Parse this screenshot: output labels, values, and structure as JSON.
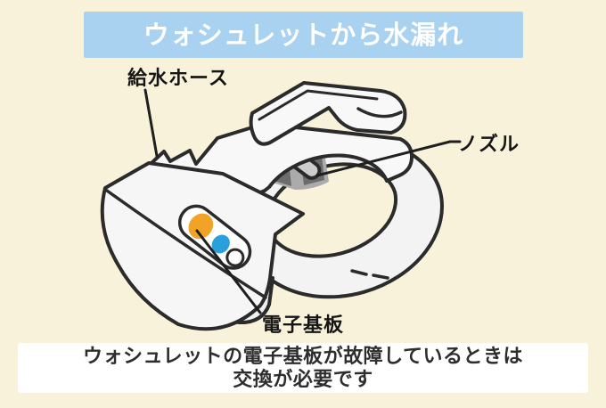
{
  "page": {
    "background_color": "#F8F2DA"
  },
  "banner": {
    "text": "ウォシュレットから水漏れ",
    "bg_color": "#A9D2F0",
    "text_color": "#FFFFFF"
  },
  "labels": {
    "hose": "給水ホース",
    "nozzle": "ノズル",
    "board": "電子基板"
  },
  "caption": {
    "line1": "ウォシュレットの電子基板が故障しているときは",
    "line2": "交換が必要です",
    "bg_color": "#FFFFFF",
    "text_color": "#2E2E2E"
  },
  "illustration": {
    "subject": "washlet-toilet-seat-diagram",
    "outline_color": "#2B2B2B",
    "body_color": "#F5F5F5",
    "recess_dark_color": "#6C6C6C",
    "recess_base_color": "#ABABAB",
    "nozzle_color": "#CDCDCD",
    "buttons": [
      {
        "name": "orange-button",
        "color": "#F2A227"
      },
      {
        "name": "blue-button",
        "color": "#29A0DB"
      },
      {
        "name": "white-button",
        "color": "#FFFFFF"
      }
    ]
  }
}
